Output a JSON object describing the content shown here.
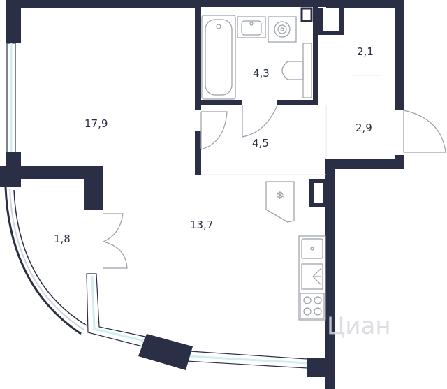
{
  "colors": {
    "wall": "#2b2f45",
    "glass": "#cfeef2",
    "fixture": "#9aa0a8",
    "label": "#2a2f44",
    "watermark": "#d9d9de"
  },
  "rooms": [
    {
      "id": "bedroom",
      "area": "17,9"
    },
    {
      "id": "bathroom",
      "area": "4,3"
    },
    {
      "id": "closet",
      "area": "2,1"
    },
    {
      "id": "hall",
      "area": "4,5"
    },
    {
      "id": "vestibule",
      "area": "2,9"
    },
    {
      "id": "loggia",
      "area": "1,8"
    },
    {
      "id": "kitchen",
      "area": "13,7"
    }
  ],
  "fixtures": [
    "bathtub-icon",
    "sink-icon",
    "washing-machine-icon",
    "toilet-icon",
    "fridge-icon",
    "kitchen-sink-icon",
    "hob-icon"
  ],
  "watermark": {
    "text": "Циан"
  }
}
